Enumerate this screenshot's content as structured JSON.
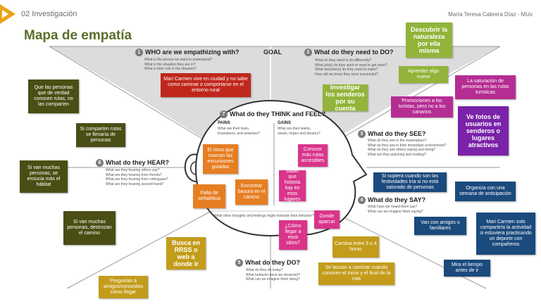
{
  "header": {
    "section": "02 Investigación",
    "author": "María Teresa Cabrera Díaz - MUx",
    "title": "Mapa de empatía"
  },
  "sections": {
    "who": {
      "num": "1",
      "title": "WHO are we empathizing with?",
      "sub": [
        "What is the person we want to understand?",
        "What is the situation they are in?",
        "What is their role in the situation?"
      ]
    },
    "goal": {
      "label": "GOAL"
    },
    "need": {
      "num": "2",
      "title": "What do they need to DO?",
      "sub": [
        "What do they need to do differently?",
        "What job(s) do they want or need to get done?",
        "What decision(s) do they need to make?",
        "How will we know they were successful?"
      ]
    },
    "see": {
      "num": "3",
      "title": "What do they SEE?",
      "sub": [
        "What do they see in the marketplace?",
        "What do they see in their immediate environment?",
        "What do they see others saying and doing?",
        "What are they watching and reading?"
      ]
    },
    "say": {
      "num": "4",
      "title": "What do they SAY?",
      "sub": [
        "What have we heard them say?",
        "What can we imagine them saying?"
      ]
    },
    "do": {
      "num": "5",
      "title": "What do they DO?",
      "sub": [
        "What do they do today?",
        "What behavior have we observed?",
        "What can we imagine them doing?"
      ]
    },
    "hear": {
      "num": "6",
      "title": "What do they HEAR?",
      "sub": [
        "What are they hearing others say?",
        "What are they hearing from friends?",
        "What are they hearing from colleagues?",
        "What are they hearing second-hand?"
      ]
    },
    "think": {
      "num": "7",
      "title": "What do they THINK and FEEL?",
      "other": "What other thoughts and feelings might motivate their behavior?"
    },
    "pains": {
      "title": "PAINS",
      "sub": [
        "What are their fears,",
        "frustrations, and anxieties?"
      ]
    },
    "gains": {
      "title": "GAINS",
      "sub": [
        "What are their wants,",
        "needs, hopes and dreams?"
      ]
    }
  },
  "notes": {
    "who_carmen": "Mari Carmen vive en ciudad y no sabe como caminar o comportarse en el entorno rural",
    "descubrir": "Descubrir la naturaleza por ella misma",
    "aprender": "Aprender algo nuevo",
    "investigar": "Investigar los senderos por su cuenta",
    "promociones": "Promociones a los turistas, pero no a los canarios",
    "saturacion": "La saturación de personas en las rutas turísticas",
    "fotos": "Ve fotos de usuarios en senderos o lugares atractivos",
    "supiera": "Si supiera cuando son las festividades iría si no está saturado de personas",
    "organiza": "Organiza con una semana de anticipación",
    "amigos_familiares": "Van con amigos o familiares",
    "solo": "Mari Carmen solo compartiría la actividad si estuviera practicando un deporte con compañeros",
    "tiempo": "Mira el tiempo antes de ir",
    "camina": "Camina entre 3 o 4 horas",
    "lanzan": "Se lanzan a caminar cuando conocen el inicio y el final de la ruta",
    "busca": "Busca en RRSS o web a donde ir",
    "preguntan": "Preguntan a amigos/conocidos cómo llegar",
    "no_comparten": "Que las personas que de verdad conocen rutas, no las comparten",
    "comparten": "Si comparten rutas se llenaría de personas",
    "ensucia": "Si van muchas personas, se ensucia más el hábitat",
    "destrozan": "Si van muchas personas, destrozan el camino",
    "ritmo": "El ritmo que marcan las excursiones guiadas",
    "falta": "Falta de señalética",
    "basura": "Encontrar basura en el camino",
    "conocer": "Conocer más rutas accesibles",
    "saber": "Saber que historia hay en esos lugares",
    "como_llegar": "¿Cómo llegar a esos sitios?",
    "donde": "Donde aparcar"
  }
}
